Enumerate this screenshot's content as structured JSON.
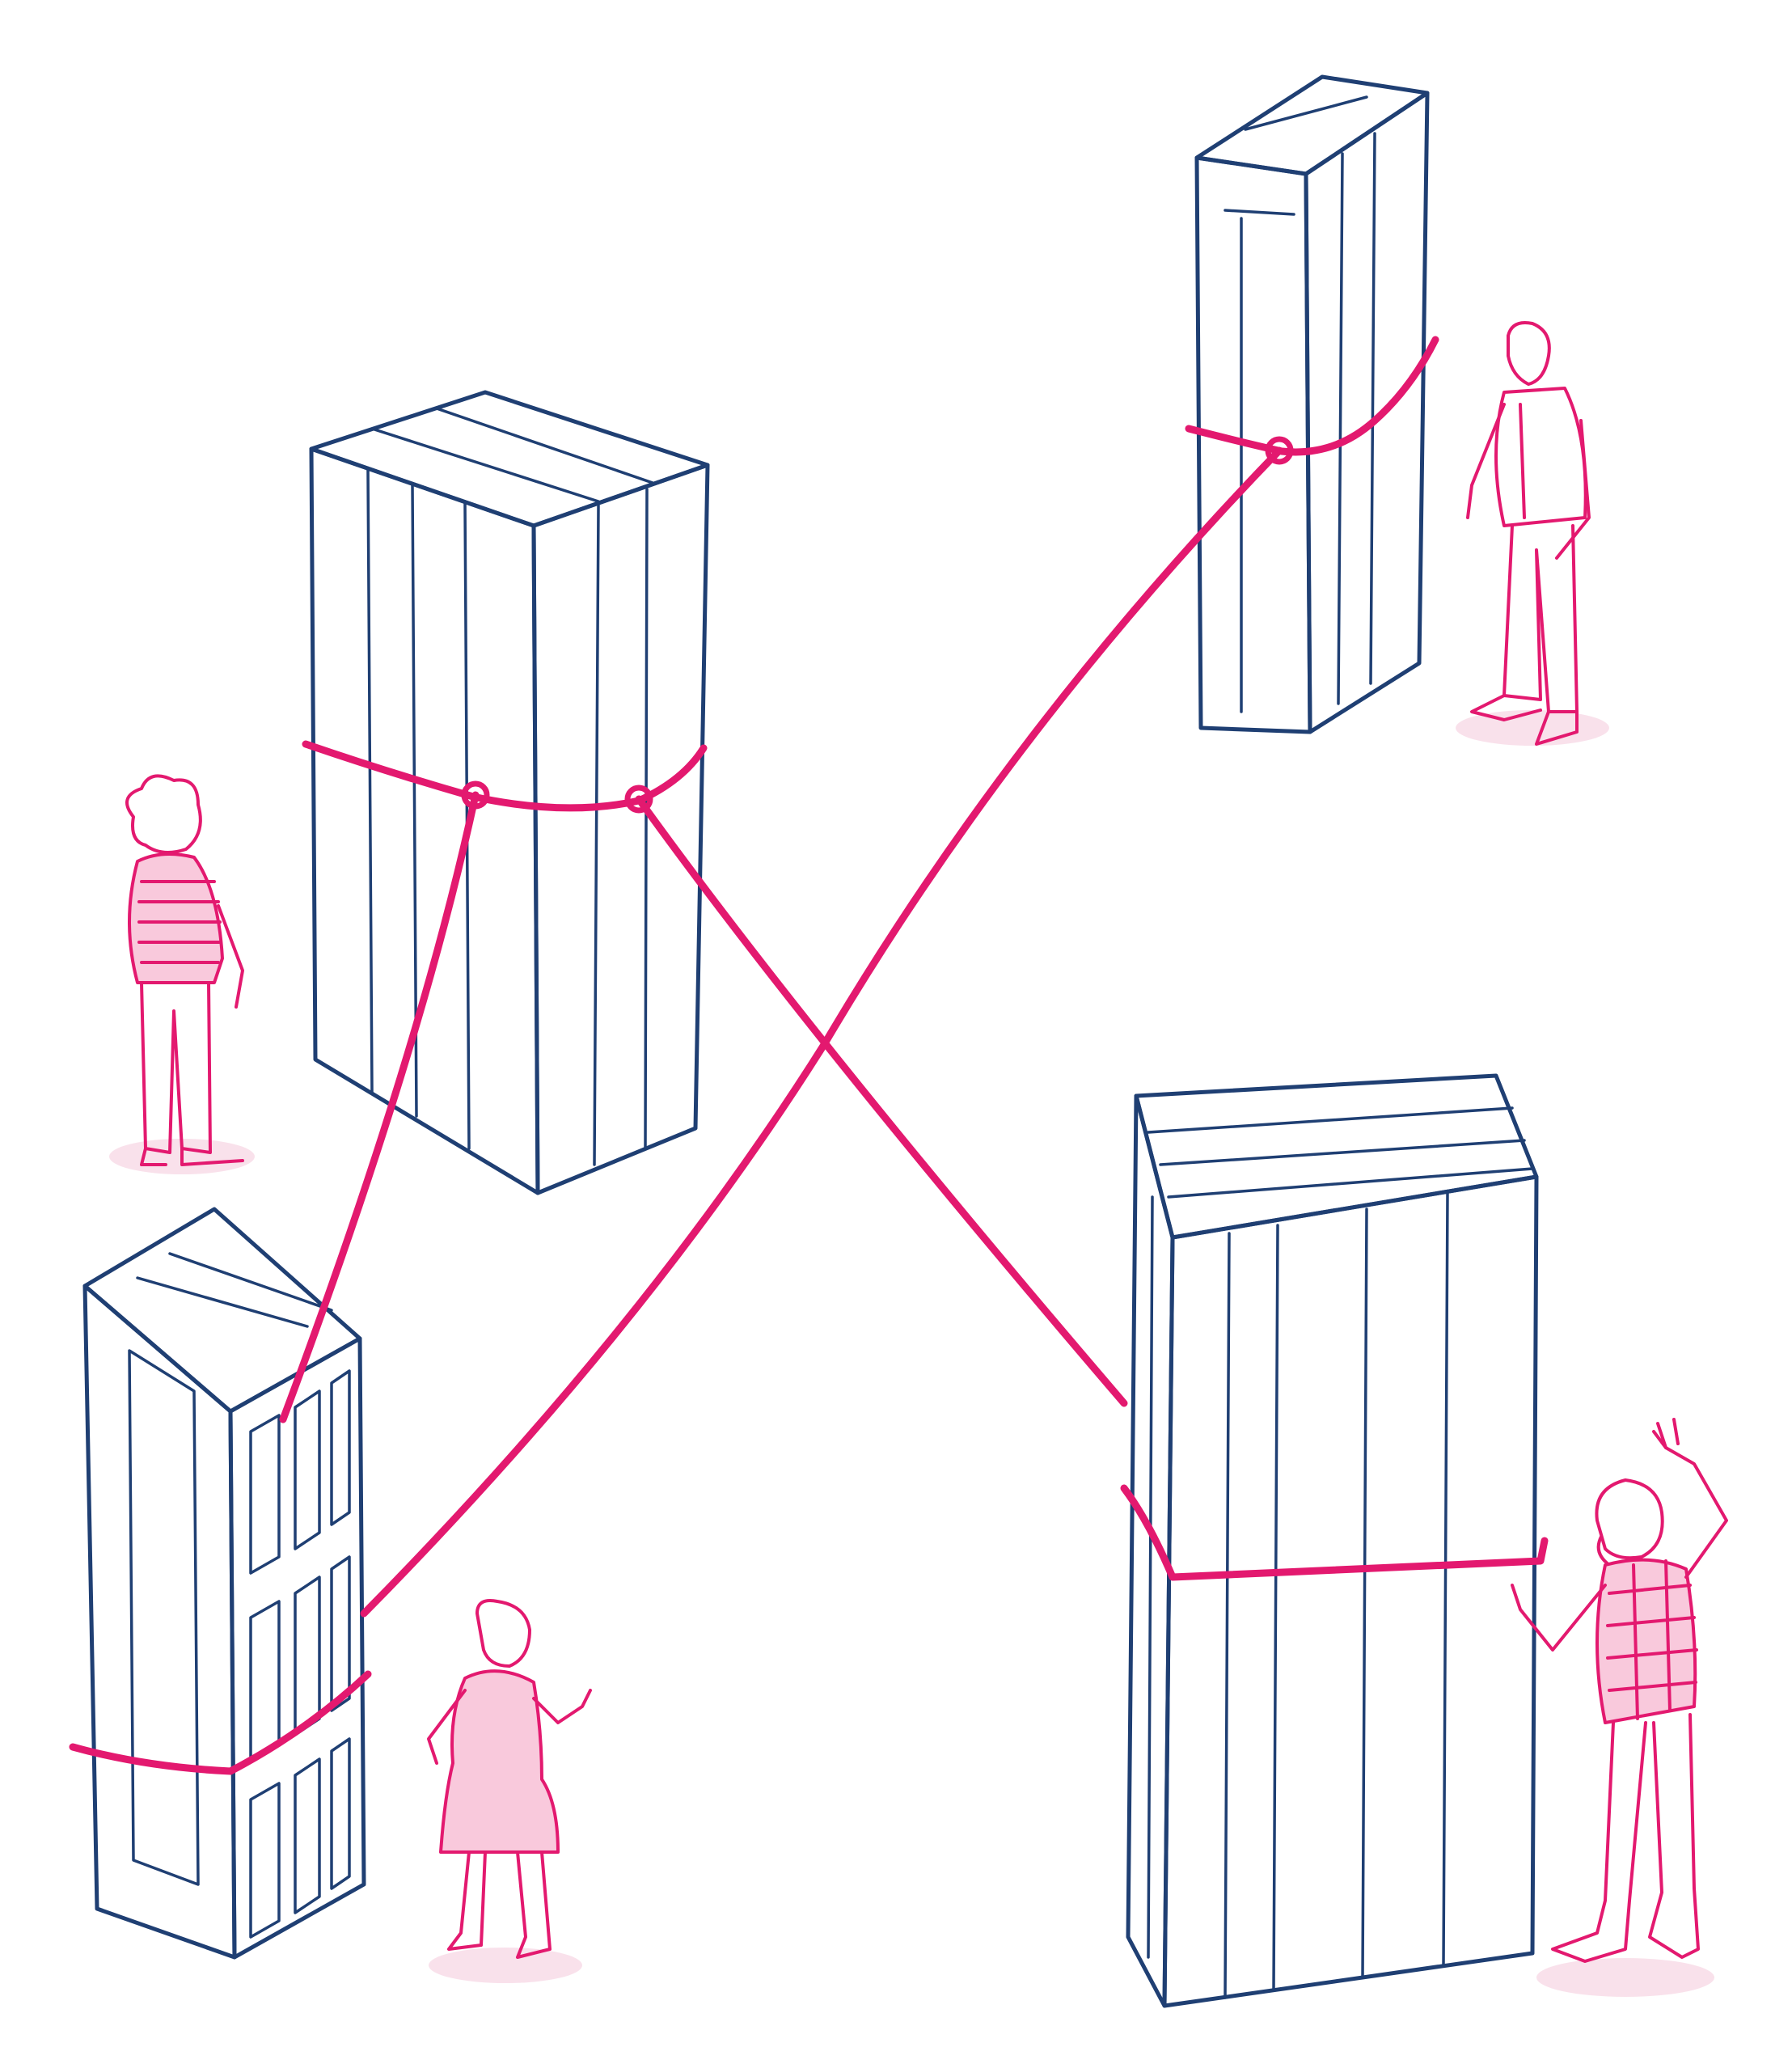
{
  "illustration": {
    "colors": {
      "ink": "#1f3f73",
      "block_fill": "#dce2ec",
      "block_side": "#c9d2e2",
      "rope": "#e3196f",
      "figure_fill": "#f9c9dc",
      "background": "#ffffff"
    },
    "blocks": [
      "block-top-left",
      "block-top-right",
      "block-bottom-left",
      "block-bottom-right"
    ],
    "figures": [
      "person-curly-hair",
      "person-standing",
      "person-dress",
      "person-waving"
    ],
    "ropes": [
      "rope-top-left-to-bottom-left",
      "rope-top-left-to-bottom-right",
      "rope-top-right-to-bottom-left"
    ]
  }
}
